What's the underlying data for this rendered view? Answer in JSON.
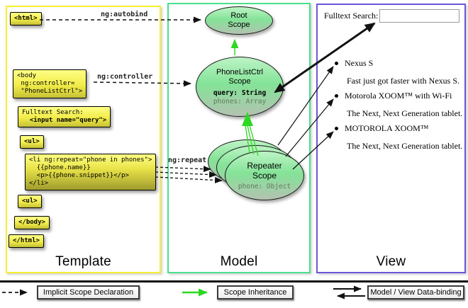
{
  "columns": {
    "template": {
      "label": "Template"
    },
    "model": {
      "label": "Model"
    },
    "view": {
      "label": "View"
    }
  },
  "template_code": {
    "html_open": "<html>",
    "body_open": "<body\n ng:controller=\n \"PhoneListCtrl\">",
    "fulltext_line1": "Fulltext Search:",
    "fulltext_line2": "  <input name=\"query\">",
    "ul_open": "<ul>",
    "li_repeat": "<li ng:repeat=\"phone in phones\">\n  {{phone.name}}\n  <p>{{phone.snippet}}</p>\n</li>",
    "ul_close": "<ul>",
    "body_close": "</body>",
    "html_close": "</html>"
  },
  "arrow_labels": {
    "autobind": "ng:autobind",
    "controller": "ng:controller",
    "repeat": "ng:repeat"
  },
  "model": {
    "root_scope": {
      "title": "Root\nScope"
    },
    "phonelist_scope": {
      "title": "PhoneListCtrl\nScope",
      "prop_query": "query: String",
      "prop_phones": "phones: Array"
    },
    "repeater_scope": {
      "title": "Repeater\nScope",
      "prop_phone": "phone: Object"
    }
  },
  "view": {
    "fulltext_label": "Fulltext Search:",
    "search_value": "",
    "items": [
      {
        "title": "Nexus S",
        "desc": "Fast just got faster with Nexus S."
      },
      {
        "title": "Motorola XOOM™ with Wi-Fi",
        "desc": "The Next, Next Generation tablet."
      },
      {
        "title": "MOTOROLA XOOM™",
        "desc": "The Next, Next Generation tablet."
      }
    ]
  },
  "legend": {
    "implicit": "Implicit Scope Declaration",
    "inheritance": "Scope Inheritance",
    "binding": "Model / View Data-binding"
  },
  "colors": {
    "template_border": "#f4ef35",
    "model_border": "#4adf8d",
    "view_border": "#6a58d8",
    "inheritance_green": "#2cd822",
    "code_box_yellow": "#f1ec49",
    "scope_green": "#84e397"
  }
}
